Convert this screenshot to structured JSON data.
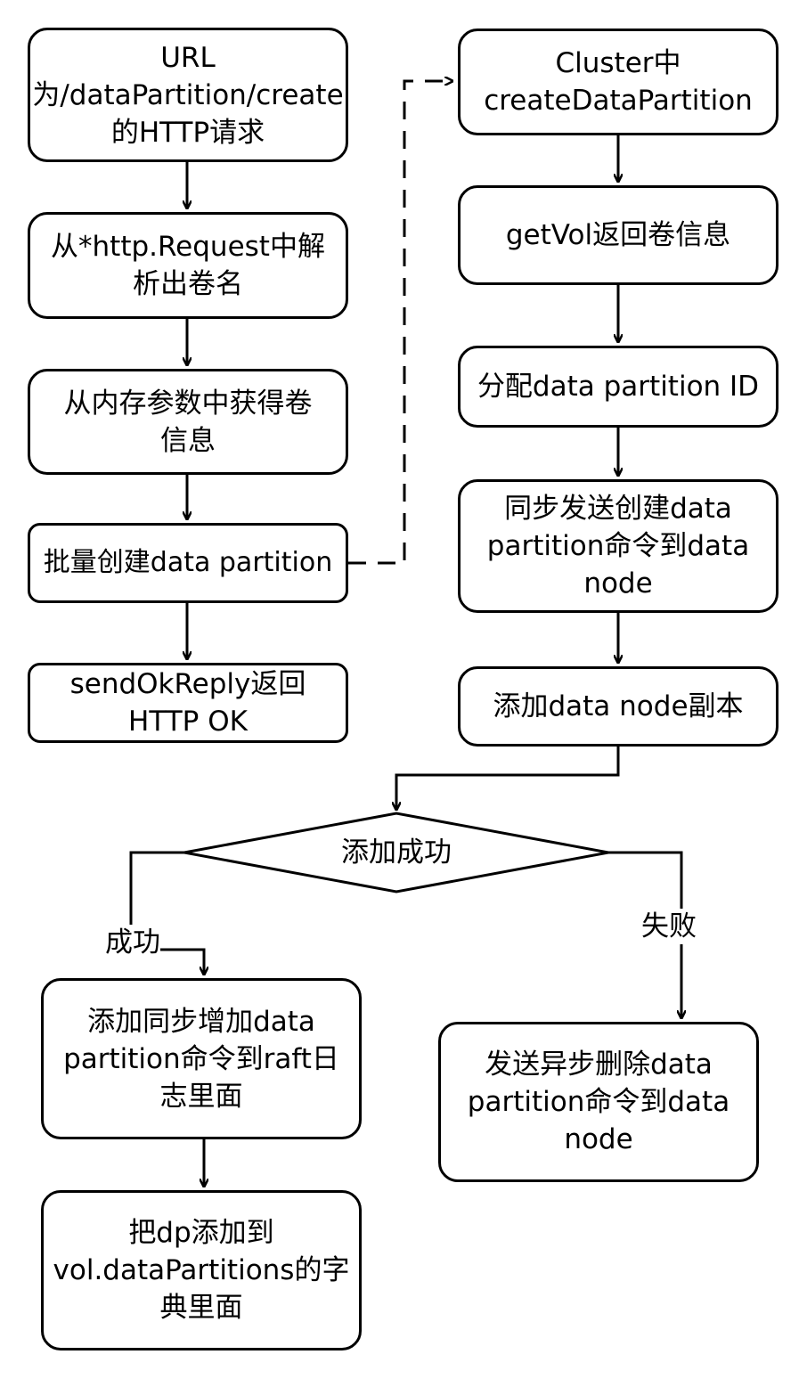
{
  "left": {
    "url_request": "URL\n为/dataPartition/create\n的HTTP请求",
    "parse_volume": "从*http.Request中解\n析出卷名",
    "get_volume_info": "从内存参数中获得卷\n信息",
    "batch_create": "批量创建data partition",
    "send_ok": "sendOkReply返回\nHTTP OK"
  },
  "right": {
    "cluster_create": "Cluster中\ncreateDataPartition",
    "get_vol": "getVol返回卷信息",
    "alloc_id": "分配data partition ID",
    "sync_send": "同步发送创建data\npartition命令到data\nnode",
    "add_replica": "添加data node副本"
  },
  "decision": {
    "label": "添加成功",
    "yes_label": "成功",
    "no_label": "失败"
  },
  "bottom": {
    "raft_log": "添加同步增加data\npartition命令到raft日\n志里面",
    "add_dict": "把dp添加到\nvol.dataPartitions的字\n典里面",
    "async_delete": "发送异步删除data\npartition命令到data\nnode"
  }
}
